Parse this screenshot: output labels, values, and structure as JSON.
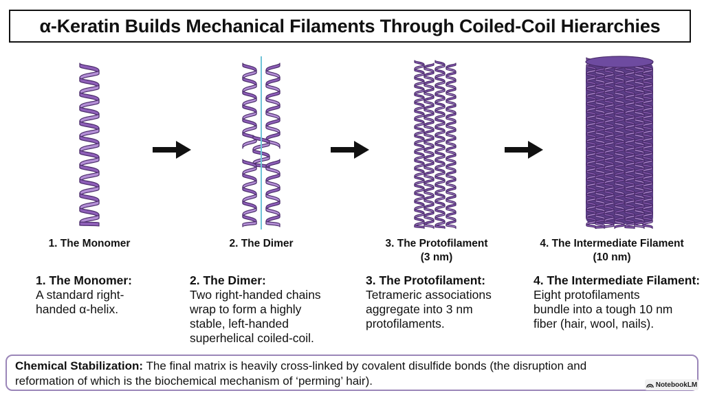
{
  "title": "α-Keratin Builds Mechanical Filaments Through Coiled-Coil Hierarchies",
  "colors": {
    "helix": "#8e5fb8",
    "helix_light": "#b48fd6",
    "helix_dark": "#4a2c6a",
    "axis": "#6fc4d8",
    "border_accent": "#9a85b8"
  },
  "stages": [
    {
      "label": "1. The Monomer",
      "desc_head": "1. The Monomer:",
      "desc_lines": [
        "A standard right-",
        "handed α-helix."
      ]
    },
    {
      "label": "2. The Dimer",
      "desc_head": "2. The Dimer:",
      "desc_lines": [
        "Two right-handed chains",
        "wrap to form a highly",
        "stable, left-handed",
        "superhelical coiled-coil."
      ]
    },
    {
      "label": "3. The Protofilament",
      "label_sub": "(3 nm)",
      "desc_head": "3. The Protofilament:",
      "desc_lines": [
        "Tetrameric associations",
        "aggregate into 3 nm",
        "protofilaments."
      ]
    },
    {
      "label": "4. The Intermediate Filament",
      "label_sub": "(10 nm)",
      "desc_head": "4. The Intermediate Filament:",
      "desc_lines": [
        "Eight protofilaments",
        "bundle into a tough 10 nm",
        "fiber (hair, wool, nails)."
      ]
    }
  ],
  "chemical": {
    "head": "Chemical Stabilization:",
    "line1": " The final matrix is heavily cross-linked by covalent disulfide bonds (the disruption and",
    "line2": "reformation of which is the biochemical mechanism of ‘perming’ hair)."
  },
  "badge": {
    "icon": "notebooklm-logo-icon",
    "text": "NotebookLM"
  }
}
